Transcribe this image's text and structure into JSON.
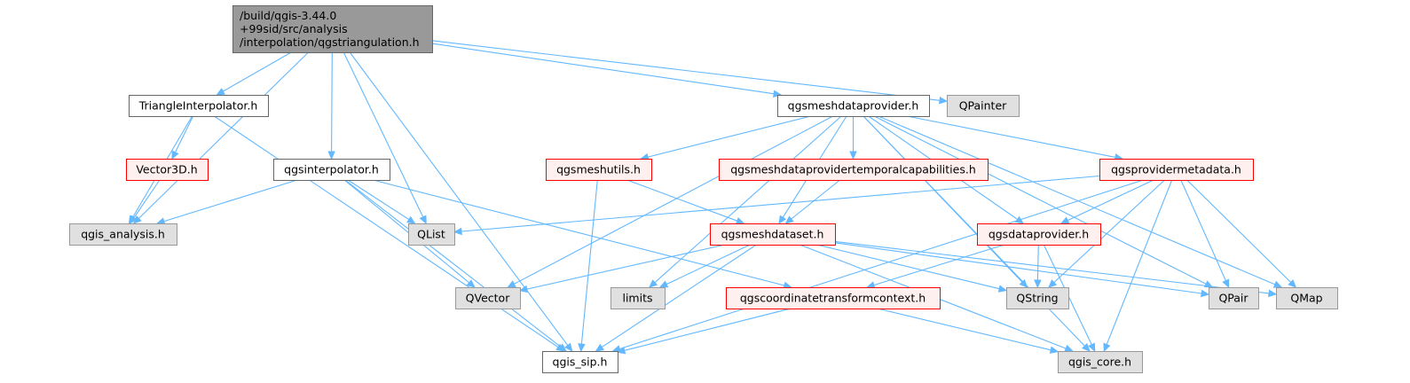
{
  "colors": {
    "edge": "#63b8ff",
    "root_fill": "#999999",
    "root_border": "#666666",
    "normal_fill": "#ffffff",
    "normal_border": "#666666",
    "external_fill": "#e0e0e0",
    "external_border": "#999999",
    "incomplete_fill": "#fff0f0",
    "incomplete_border": "#ff0000",
    "text": "#000000"
  },
  "nodes": [
    {
      "id": "root",
      "lines": [
        "/build/qgis-3.44.0",
        "+99sid/src/analysis",
        "/interpolation/qgstriangulation.h"
      ],
      "style": "root"
    },
    {
      "id": "triangleinterpolator",
      "lines": [
        "TriangleInterpolator.h"
      ],
      "style": "normal"
    },
    {
      "id": "vector3d",
      "lines": [
        "Vector3D.h"
      ],
      "style": "incomplete"
    },
    {
      "id": "qgis_analysis",
      "lines": [
        "qgis_analysis.h"
      ],
      "style": "external"
    },
    {
      "id": "qgsinterpolator",
      "lines": [
        "qgsinterpolator.h"
      ],
      "style": "normal"
    },
    {
      "id": "qlist",
      "lines": [
        "QList"
      ],
      "style": "external"
    },
    {
      "id": "qgsmeshdataprovider",
      "lines": [
        "qgsmeshdataprovider.h"
      ],
      "style": "normal"
    },
    {
      "id": "qpainter",
      "lines": [
        "QPainter"
      ],
      "style": "external"
    },
    {
      "id": "qgsmeshutils",
      "lines": [
        "qgsmeshutils.h"
      ],
      "style": "incomplete"
    },
    {
      "id": "qgsmeshdataprovidertemporal",
      "lines": [
        "qgsmeshdataprovidertemporalcapabilities.h"
      ],
      "style": "incomplete"
    },
    {
      "id": "qgsprovidermetadata",
      "lines": [
        "qgsprovidermetadata.h"
      ],
      "style": "incomplete"
    },
    {
      "id": "qgsmeshdataset",
      "lines": [
        "qgsmeshdataset.h"
      ],
      "style": "incomplete"
    },
    {
      "id": "qgsdataprovider",
      "lines": [
        "qgsdataprovider.h"
      ],
      "style": "incomplete"
    },
    {
      "id": "qvector",
      "lines": [
        "QVector"
      ],
      "style": "external"
    },
    {
      "id": "limits",
      "lines": [
        "limits"
      ],
      "style": "external"
    },
    {
      "id": "qgscoordinatetransformcontext",
      "lines": [
        "qgscoordinatetransformcontext.h"
      ],
      "style": "incomplete"
    },
    {
      "id": "qstring",
      "lines": [
        "QString"
      ],
      "style": "external"
    },
    {
      "id": "qpair",
      "lines": [
        "QPair"
      ],
      "style": "external"
    },
    {
      "id": "qmap",
      "lines": [
        "QMap"
      ],
      "style": "external"
    },
    {
      "id": "qgis_sip",
      "lines": [
        "qgis_sip.h"
      ],
      "style": "normal"
    },
    {
      "id": "qgis_core",
      "lines": [
        "qgis_core.h"
      ],
      "style": "external"
    }
  ],
  "edges": [
    [
      "root",
      "triangleinterpolator"
    ],
    [
      "root",
      "qgis_analysis"
    ],
    [
      "root",
      "qgsinterpolator"
    ],
    [
      "root",
      "qlist"
    ],
    [
      "root",
      "qgsmeshdataprovider"
    ],
    [
      "root",
      "qpainter"
    ],
    [
      "root",
      "qgis_sip"
    ],
    [
      "triangleinterpolator",
      "vector3d"
    ],
    [
      "triangleinterpolator",
      "qgis_analysis"
    ],
    [
      "triangleinterpolator",
      "qgis_sip"
    ],
    [
      "vector3d",
      "qgis_analysis"
    ],
    [
      "qgsinterpolator",
      "qgis_analysis"
    ],
    [
      "qgsinterpolator",
      "qlist"
    ],
    [
      "qgsinterpolator",
      "qvector"
    ],
    [
      "qgsinterpolator",
      "qgis_sip"
    ],
    [
      "qgsinterpolator",
      "qgscoordinatetransformcontext"
    ],
    [
      "qgsmeshdataprovider",
      "qgsmeshutils"
    ],
    [
      "qgsmeshdataprovider",
      "qgsmeshdataprovidertemporal"
    ],
    [
      "qgsmeshdataprovider",
      "qgsprovidermetadata"
    ],
    [
      "qgsmeshdataprovider",
      "qgsmeshdataset"
    ],
    [
      "qgsmeshdataprovider",
      "qgsdataprovider"
    ],
    [
      "qgsmeshdataprovider",
      "qvector"
    ],
    [
      "qgsmeshdataprovider",
      "limits"
    ],
    [
      "qgsmeshdataprovider",
      "qstring"
    ],
    [
      "qgsmeshdataprovider",
      "qpair"
    ],
    [
      "qgsmeshdataprovider",
      "qmap"
    ],
    [
      "qgsmeshdataprovider",
      "qgis_core"
    ],
    [
      "qgsmeshutils",
      "qgsmeshdataset"
    ],
    [
      "qgsmeshutils",
      "qgis_sip"
    ],
    [
      "qgsmeshdataprovidertemporal",
      "qgsmeshdataset"
    ],
    [
      "qgsprovidermetadata",
      "qlist"
    ],
    [
      "qgsprovidermetadata",
      "qgsdataprovider"
    ],
    [
      "qgsprovidermetadata",
      "qstring"
    ],
    [
      "qgsprovidermetadata",
      "qpair"
    ],
    [
      "qgsprovidermetadata",
      "qmap"
    ],
    [
      "qgsprovidermetadata",
      "qgis_sip"
    ],
    [
      "qgsprovidermetadata",
      "qgis_core"
    ],
    [
      "qgsmeshdataset",
      "qvector"
    ],
    [
      "qgsmeshdataset",
      "limits"
    ],
    [
      "qgsmeshdataset",
      "qstring"
    ],
    [
      "qgsmeshdataset",
      "qpair"
    ],
    [
      "qgsmeshdataset",
      "qmap"
    ],
    [
      "qgsmeshdataset",
      "qgis_sip"
    ],
    [
      "qgsmeshdataset",
      "qgis_core"
    ],
    [
      "qgsdataprovider",
      "qgscoordinatetransformcontext"
    ],
    [
      "qgsdataprovider",
      "qstring"
    ],
    [
      "qgsdataprovider",
      "qgis_core"
    ],
    [
      "qgscoordinatetransformcontext",
      "qgis_sip"
    ],
    [
      "qgscoordinatetransformcontext",
      "qgis_core"
    ]
  ]
}
